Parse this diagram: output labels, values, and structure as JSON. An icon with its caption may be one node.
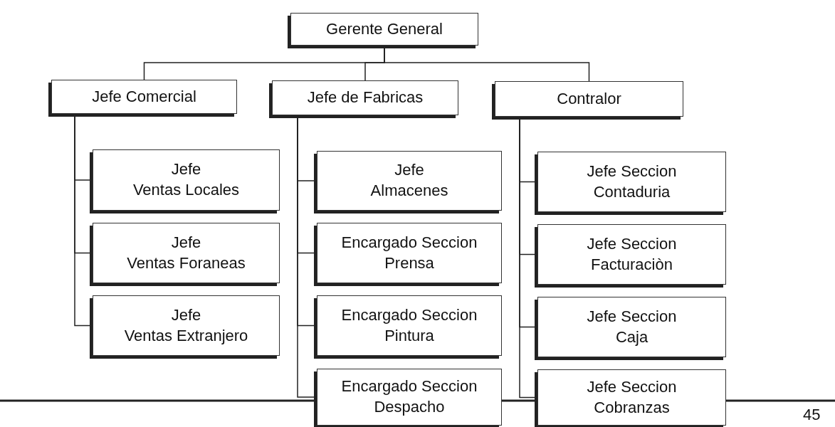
{
  "diagram": {
    "nodes": [
      {
        "text": [
          "Gerente General"
        ]
      },
      {
        "text": [
          "Jefe Comercial"
        ]
      },
      {
        "text": [
          "Jefe de Fabricas"
        ]
      },
      {
        "text": [
          "Contralor"
        ]
      },
      {
        "text": [
          "Jefe",
          "Ventas Locales"
        ]
      },
      {
        "text": [
          "Jefe",
          "Almacenes"
        ]
      },
      {
        "text": [
          "Jefe Seccion",
          "Contaduria"
        ]
      },
      {
        "text": [
          "Jefe",
          "Ventas Foraneas"
        ]
      },
      {
        "text": [
          "Encargado Seccion",
          "Prensa"
        ]
      },
      {
        "text": [
          "Jefe Seccion",
          "Facturaciòn"
        ]
      },
      {
        "text": [
          "Jefe",
          "Ventas Extranjero"
        ]
      },
      {
        "text": [
          "Encargado Seccion",
          "Pintura"
        ]
      },
      {
        "text": [
          "Jefe Seccion",
          "Caja"
        ]
      },
      {
        "text": [
          "Encargado Seccion",
          "Despacho"
        ]
      },
      {
        "text": [
          "Jefe Seccion",
          "Cobranzas"
        ]
      }
    ],
    "edges": [
      {
        "from": 0,
        "to": 1,
        "arrow": "none"
      },
      {
        "from": 0,
        "to": 2,
        "arrow": "none"
      },
      {
        "from": 0,
        "to": 3,
        "arrow": "none"
      },
      {
        "from": 1,
        "to": 4,
        "arrow": "none"
      },
      {
        "from": 1,
        "to": 7,
        "arrow": "none"
      },
      {
        "from": 1,
        "to": 10,
        "arrow": "none"
      },
      {
        "from": 2,
        "to": 5,
        "arrow": "none"
      },
      {
        "from": 2,
        "to": 8,
        "arrow": "none"
      },
      {
        "from": 2,
        "to": 11,
        "arrow": "none"
      },
      {
        "from": 2,
        "to": 13,
        "arrow": "none"
      },
      {
        "from": 3,
        "to": 6,
        "arrow": "none"
      },
      {
        "from": 3,
        "to": 9,
        "arrow": "none"
      },
      {
        "from": 3,
        "to": 12,
        "arrow": "none"
      },
      {
        "from": 3,
        "to": 14,
        "arrow": "none"
      }
    ],
    "labels": [
      "45"
    ]
  }
}
